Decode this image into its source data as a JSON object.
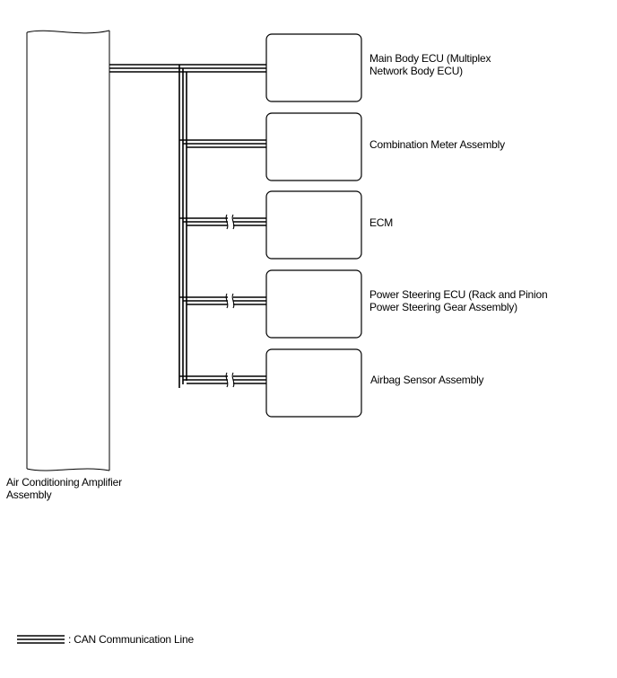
{
  "amplifier": {
    "label_line1": "Air Conditioning Amplifier",
    "label_line2": "Assembly"
  },
  "ecus": [
    {
      "line1": "Main Body ECU (Multiplex",
      "line2": "Network Body ECU)",
      "break_mark": false
    },
    {
      "line1": "Combination Meter Assembly",
      "line2": "",
      "break_mark": false
    },
    {
      "line1": "ECM",
      "line2": "",
      "break_mark": true
    },
    {
      "line1": "Power Steering ECU (Rack and Pinion",
      "line2": "Power Steering Gear Assembly)",
      "break_mark": true
    },
    {
      "line1": "Airbag Sensor Assembly",
      "line2": "",
      "break_mark": true
    }
  ],
  "legend": {
    "text": ": CAN Communication Line"
  }
}
